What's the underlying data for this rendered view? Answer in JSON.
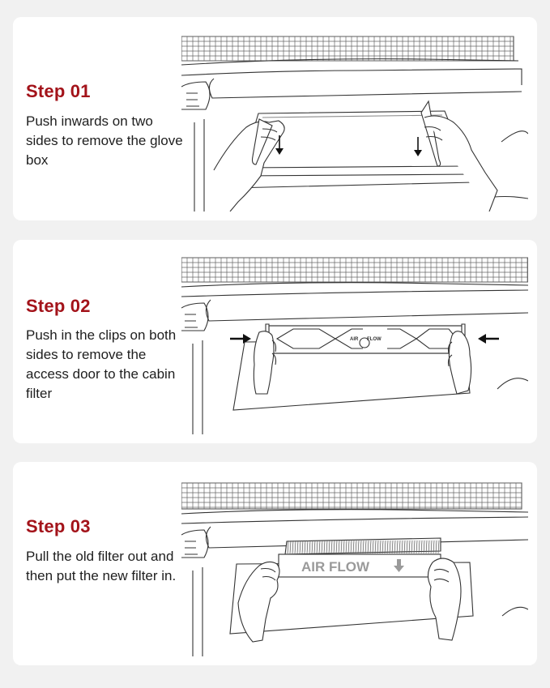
{
  "steps": [
    {
      "title": "Step 01",
      "description": "Push inwards on two sides to remove the glove box"
    },
    {
      "title": "Step 02",
      "description": "Push in the clips on both sides to remove the access door to the cabin filter",
      "filter_label_left": "AIR",
      "filter_label_right": "FLOW"
    },
    {
      "title": "Step 03",
      "description": "Pull the old filter out and then put the new filter in.",
      "filter_label": "AIR FLOW"
    }
  ],
  "colors": {
    "title_red": "#a3131a",
    "text": "#1e1e1e",
    "card_bg": "#ffffff",
    "page_bg": "#f1f1f1"
  },
  "icons": [
    "down-arrow-icon",
    "right-arrow-icon",
    "left-arrow-icon",
    "air-flow-arrow-icon"
  ]
}
